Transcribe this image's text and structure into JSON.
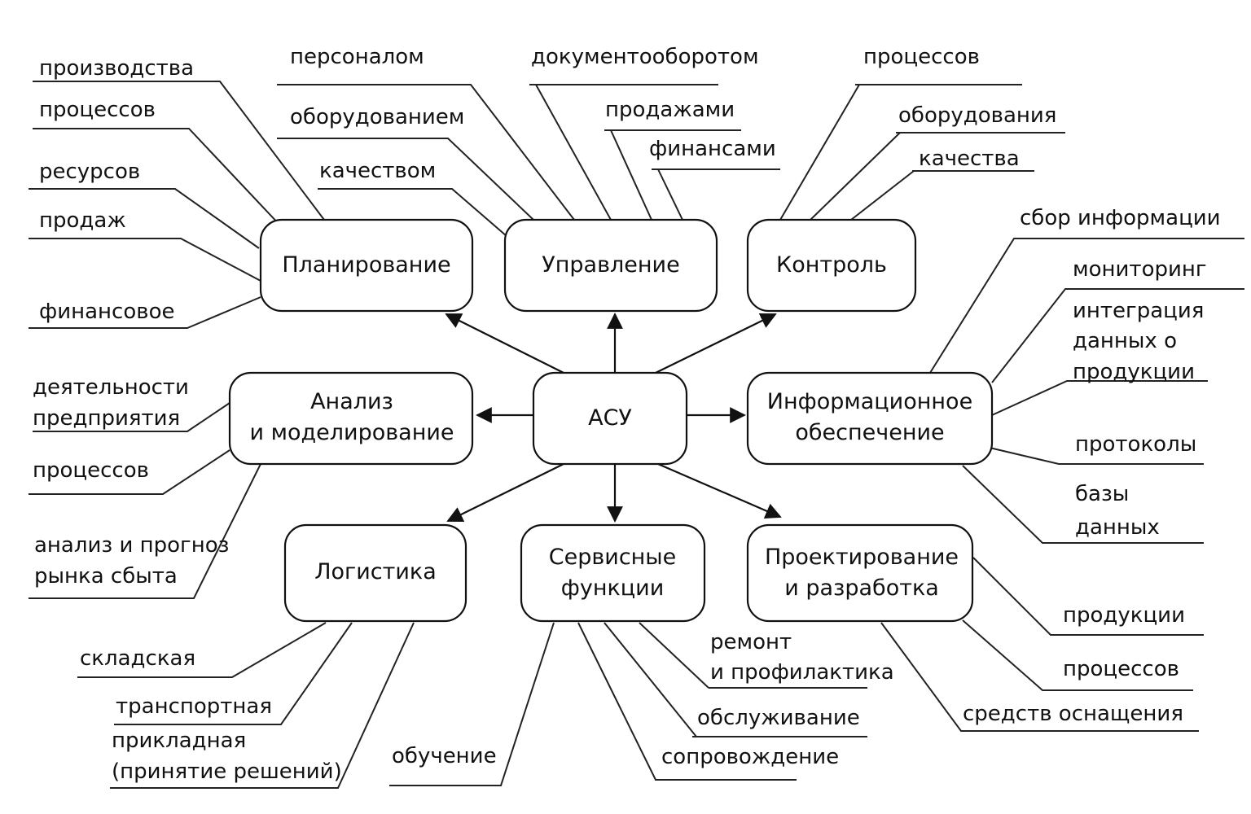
{
  "center": {
    "label": "АСУ"
  },
  "nodes": {
    "planning": [
      "Планирование"
    ],
    "management": [
      "Управление"
    ],
    "control": [
      "Контроль"
    ],
    "analysis": [
      "Анализ",
      "и моделирование"
    ],
    "info": [
      "Информационное",
      "обеспечение"
    ],
    "logistics": [
      "Логистика"
    ],
    "service": [
      "Сервисные",
      "функции"
    ],
    "design": [
      "Проектирование",
      "и разработка"
    ]
  },
  "leaves": {
    "planning": [
      "производства",
      "процессов",
      "ресурсов",
      "продаж",
      "финансовое"
    ],
    "management": [
      "персоналом",
      "оборудованием",
      "качеством",
      "документооборотом",
      "продажами",
      "финансами"
    ],
    "control": [
      "процессов",
      "оборудования",
      "качества"
    ],
    "info": [
      "сбор информации",
      "мониторинг",
      "интеграция",
      "данных о",
      "продукции",
      "протоколы",
      "базы",
      "данных"
    ],
    "analysis": [
      "деятельности",
      "предприятия",
      "процессов",
      "анализ и прогноз",
      "рынка сбыта"
    ],
    "logistics": [
      "складская",
      "транспортная",
      "прикладная",
      "(принятие решений)"
    ],
    "service": [
      "ремонт",
      "и профилактика",
      "обслуживание",
      "сопровождение",
      "обучение"
    ],
    "design": [
      "продукции",
      "процессов",
      "средств оснащения"
    ]
  }
}
